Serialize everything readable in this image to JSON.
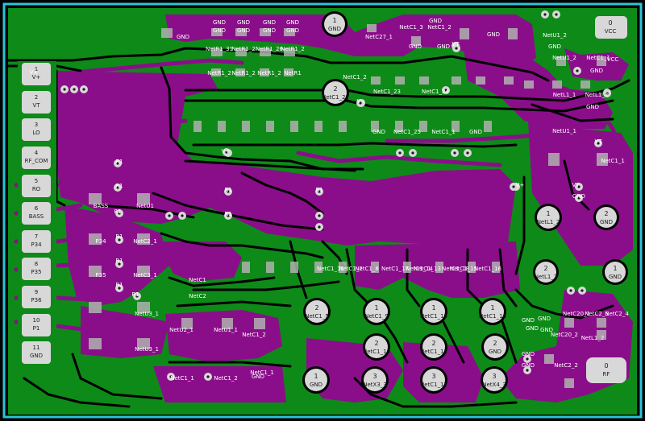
{
  "colors": {
    "background": "#000000",
    "outline": "#27c6d8",
    "copper_bottom": "#0e8a18",
    "copper_top": "#8a0e8a",
    "pad": "#d8d8d8",
    "label": "#ffffff"
  },
  "header_pins": [
    {
      "num": "1",
      "name": "V+"
    },
    {
      "num": "2",
      "name": "VT"
    },
    {
      "num": "3",
      "name": "LO"
    },
    {
      "num": "4",
      "name": "RF_COM"
    },
    {
      "num": "5",
      "name": "RO"
    },
    {
      "num": "6",
      "name": "BASS"
    },
    {
      "num": "7",
      "name": "P34"
    },
    {
      "num": "8",
      "name": "P35"
    },
    {
      "num": "9",
      "name": "P36"
    },
    {
      "num": "10",
      "name": "P1"
    },
    {
      "num": "11",
      "name": "GND"
    }
  ],
  "holes": [
    {
      "id": "h-gnd-top",
      "num": "1",
      "name": "GND"
    },
    {
      "id": "h-vcc",
      "num": "0",
      "name": "VCC"
    },
    {
      "id": "h-netc1-22",
      "num": "2",
      "name": "NetC1_22"
    },
    {
      "id": "h-netl1-2",
      "num": "1",
      "name": "NetL1_2"
    },
    {
      "id": "h-gnd-r1",
      "num": "2",
      "name": "GND"
    },
    {
      "id": "h-netl1-2b",
      "num": "2",
      "name": "NetL1_2"
    },
    {
      "id": "h-gnd-r2",
      "num": "1",
      "name": "GND"
    },
    {
      "id": "h-netc1-5",
      "num": "2",
      "name": "NetC1_5"
    },
    {
      "id": "h-netc1-9",
      "num": "1",
      "name": "NetC1_9"
    },
    {
      "id": "h-netc1-13",
      "num": "1",
      "name": "NetC1_13"
    },
    {
      "id": "h-netc1-16",
      "num": "1",
      "name": "NetC1_16"
    },
    {
      "id": "h-netc1-10",
      "num": "2",
      "name": "NetC1_10"
    },
    {
      "id": "h-netc1-15",
      "num": "2",
      "name": "NetC1_15"
    },
    {
      "id": "h-gnd-b1",
      "num": "2",
      "name": "GND"
    },
    {
      "id": "h-gnd-b2",
      "num": "1",
      "name": "GND"
    },
    {
      "id": "h-netx3-3",
      "num": "3",
      "name": "NetX3_3"
    },
    {
      "id": "h-netc1-11",
      "num": "3",
      "name": "NetC1_11"
    },
    {
      "id": "h-netx4-3",
      "num": "3",
      "name": "NetX4_3"
    },
    {
      "id": "h-rf",
      "num": "0",
      "name": "RF"
    }
  ],
  "labels": [
    "GND",
    "GND",
    "GND",
    "GND",
    "GND",
    "GND",
    "GND",
    "NetR1_31",
    "NetR1_2",
    "NetR1_26",
    "NetR1_2",
    "NetR1_2",
    "NetR1_2",
    "NetR1_2",
    "NetR1",
    "NetC27_1",
    "NetC1_3",
    "NetC1_2",
    "NetC1_2",
    "NetC1_23",
    "NetC1_24",
    "GND",
    "NetC1_25",
    "NetC1_1",
    "GND",
    "NetU1_2",
    "NetU1_2",
    "NetC1_1",
    "NetL1_1",
    "NetL1_2",
    "VCC",
    "NetU1_1",
    "GND",
    "NetC1_1",
    "V+",
    "V+",
    "VT",
    "VT",
    "V+",
    "V+",
    "VT",
    "R1",
    "R1",
    "R1",
    "R1",
    "R1",
    "R1",
    "R1",
    "R1",
    "R1",
    "R1",
    "BASS",
    "NetU1",
    "P34",
    "NetC2_1",
    "P35",
    "NetC3_1",
    "NetU3_1",
    "NetU3_1",
    "NetU2_1",
    "NetU1_1",
    "NetC1_1",
    "NetC1_2",
    "NetC1_2",
    "NetC1_1",
    "NetC20_1",
    "NetC2_5",
    "NetC2_4",
    "GND",
    "NetC20_2",
    "NetL1_2",
    "NetC2_2",
    "NetC1_10",
    "NetC1_8",
    "NetC1_17",
    "NetC1_13",
    "NetC1_18",
    "NetC1_2",
    "NetC1_14",
    "NetC1_15",
    "NetC1_16",
    "NetC1",
    "NetC2",
    "GND",
    "GND",
    "GND",
    "GND",
    "GND",
    "GND",
    "GND",
    "GND",
    "GND",
    "GND",
    "GND",
    "GND",
    "GND",
    "GND",
    "GND"
  ]
}
